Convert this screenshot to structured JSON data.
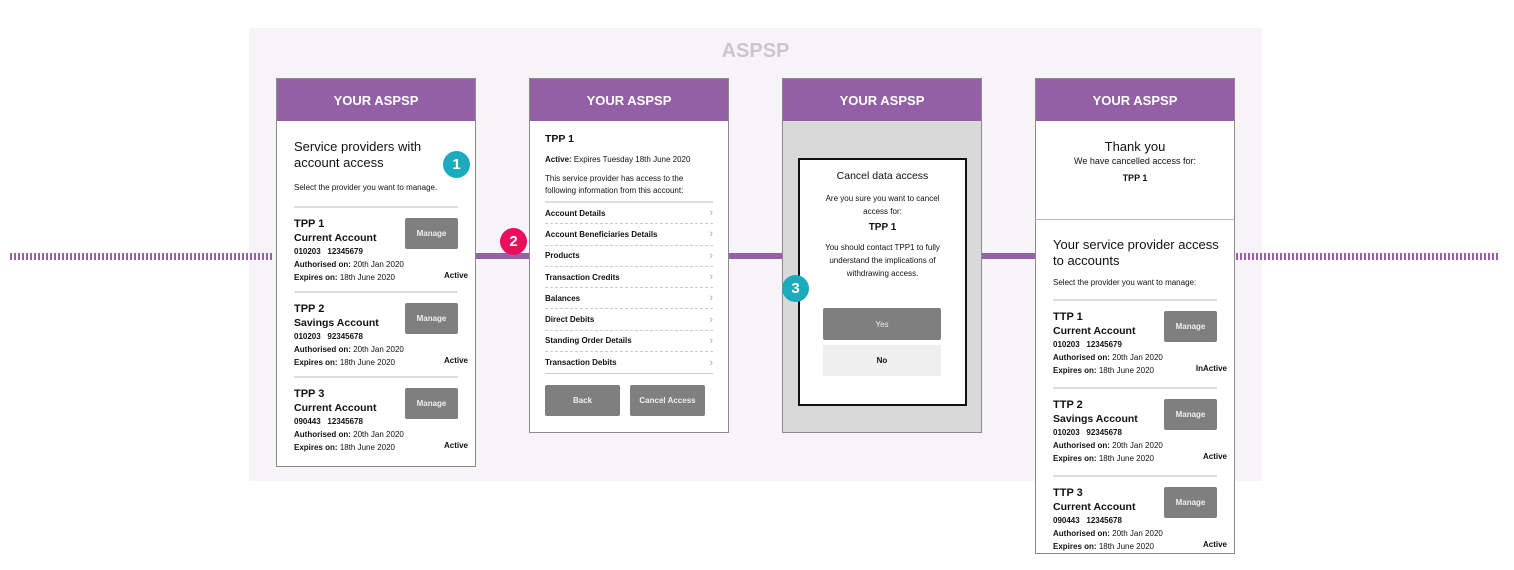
{
  "title": "ASPSP",
  "header": "YOUR ASPSP",
  "colors": {
    "purple": "#935fa5",
    "teal": "#1aabbd",
    "pink": "#e8105a",
    "background": "#f6f4f7"
  },
  "screen1": {
    "title": "Service providers with account access",
    "subtitle": "Select the provider you want to manage.",
    "badge": "1",
    "items": [
      {
        "name": "TPP 1",
        "account": "Current Account",
        "numbers": "010203   12345679",
        "auth_label": "Authorised on:",
        "auth": "20th Jan 2020",
        "exp_label": "Expires on:",
        "exp": "18th June 2020",
        "status": "Active",
        "button": "Manage"
      },
      {
        "name": "TPP 2",
        "account": "Savings Account",
        "numbers": "010203   92345678",
        "auth_label": "Authorised on:",
        "auth": "20th Jan 2020",
        "exp_label": "Expires on:",
        "exp": "18th June 2020",
        "status": "Active",
        "button": "Manage"
      },
      {
        "name": "TPP 3",
        "account": "Current Account",
        "numbers": "090443   12345678",
        "auth_label": "Authorised on:",
        "auth": "20th Jan 2020",
        "exp_label": "Expires on:",
        "exp": "18th June 2020",
        "status": "Active",
        "button": "Manage"
      }
    ]
  },
  "screen2": {
    "title": "TPP 1",
    "active_label": "Active:",
    "active": "Expires Tuesday 18th June 2020",
    "desc": "This service provider has access to the following information from this account:",
    "badge": "2",
    "rows": [
      "Account Details",
      "Account Beneficiaries Details",
      "Products",
      "Transaction Credits",
      "Balances",
      "Direct Debits",
      "Standing Order Details",
      "Transaction Debits"
    ],
    "back": "Back",
    "cancel": "Cancel Access"
  },
  "screen3": {
    "title": "Cancel data access",
    "question": "Are you sure you want to cancel access for:",
    "tpp": "TPP 1",
    "note": "You should contact TPP1 to fully understand the implications of withdrawing access.",
    "yes": "Yes",
    "no": "No",
    "badge": "3"
  },
  "screen4": {
    "thanks": "Thank you",
    "cancelled": "We have cancelled access for:",
    "tpp": "TPP 1",
    "title": "Your service provider access to accounts",
    "subtitle": "Select the provider you want to manage:",
    "items": [
      {
        "name": "TTP 1",
        "account": "Current Account",
        "numbers": "010203   12345679",
        "auth_label": "Authorised on:",
        "auth": "20th Jan 2020",
        "exp_label": "Expires on:",
        "exp": "18th June 2020",
        "status": "InActive",
        "button": "Manage"
      },
      {
        "name": "TTP 2",
        "account": "Savings Account",
        "numbers": "010203   92345678",
        "auth_label": "Authorised on:",
        "auth": "20th Jan 2020",
        "exp_label": "Expires on:",
        "exp": "18th June 2020",
        "status": "Active",
        "button": "Manage"
      },
      {
        "name": "TTP 3",
        "account": "Current Account",
        "numbers": "090443   12345678",
        "auth_label": "Authorised on:",
        "auth": "20th Jan 2020",
        "exp_label": "Expires on:",
        "exp": "18th June 2020",
        "status": "Active",
        "button": "Manage"
      }
    ]
  }
}
